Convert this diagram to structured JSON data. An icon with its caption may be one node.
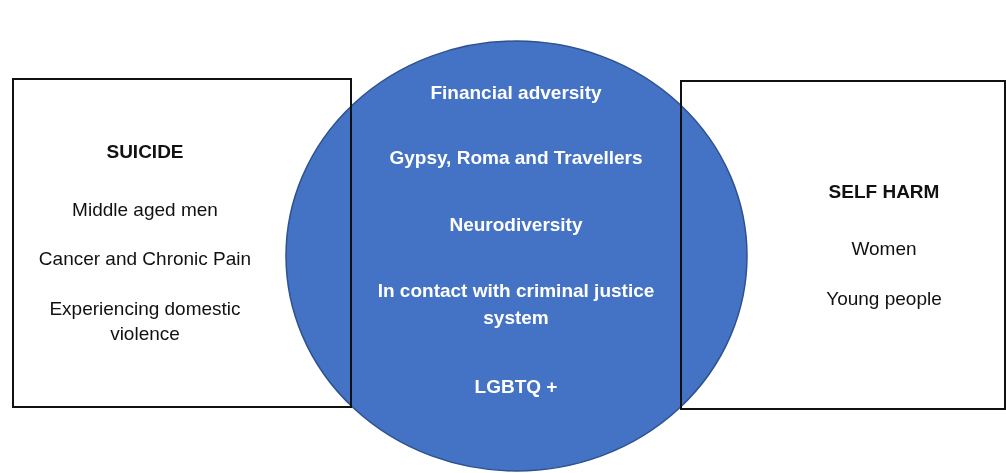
{
  "diagram": {
    "nodes": [
      {
        "text": [
          "SUICIDE",
          "Middle aged men",
          "Cancer and Chronic Pain",
          "Experiencing domestic violence"
        ]
      },
      {
        "text": [
          "Financial adversity",
          "Gypsy, Roma and Travellers",
          "Neurodiversity",
          "In contact with criminal justice system",
          "LGBTQ +"
        ]
      },
      {
        "text": [
          "SELF HARM",
          "Women",
          "Young people"
        ]
      }
    ]
  }
}
